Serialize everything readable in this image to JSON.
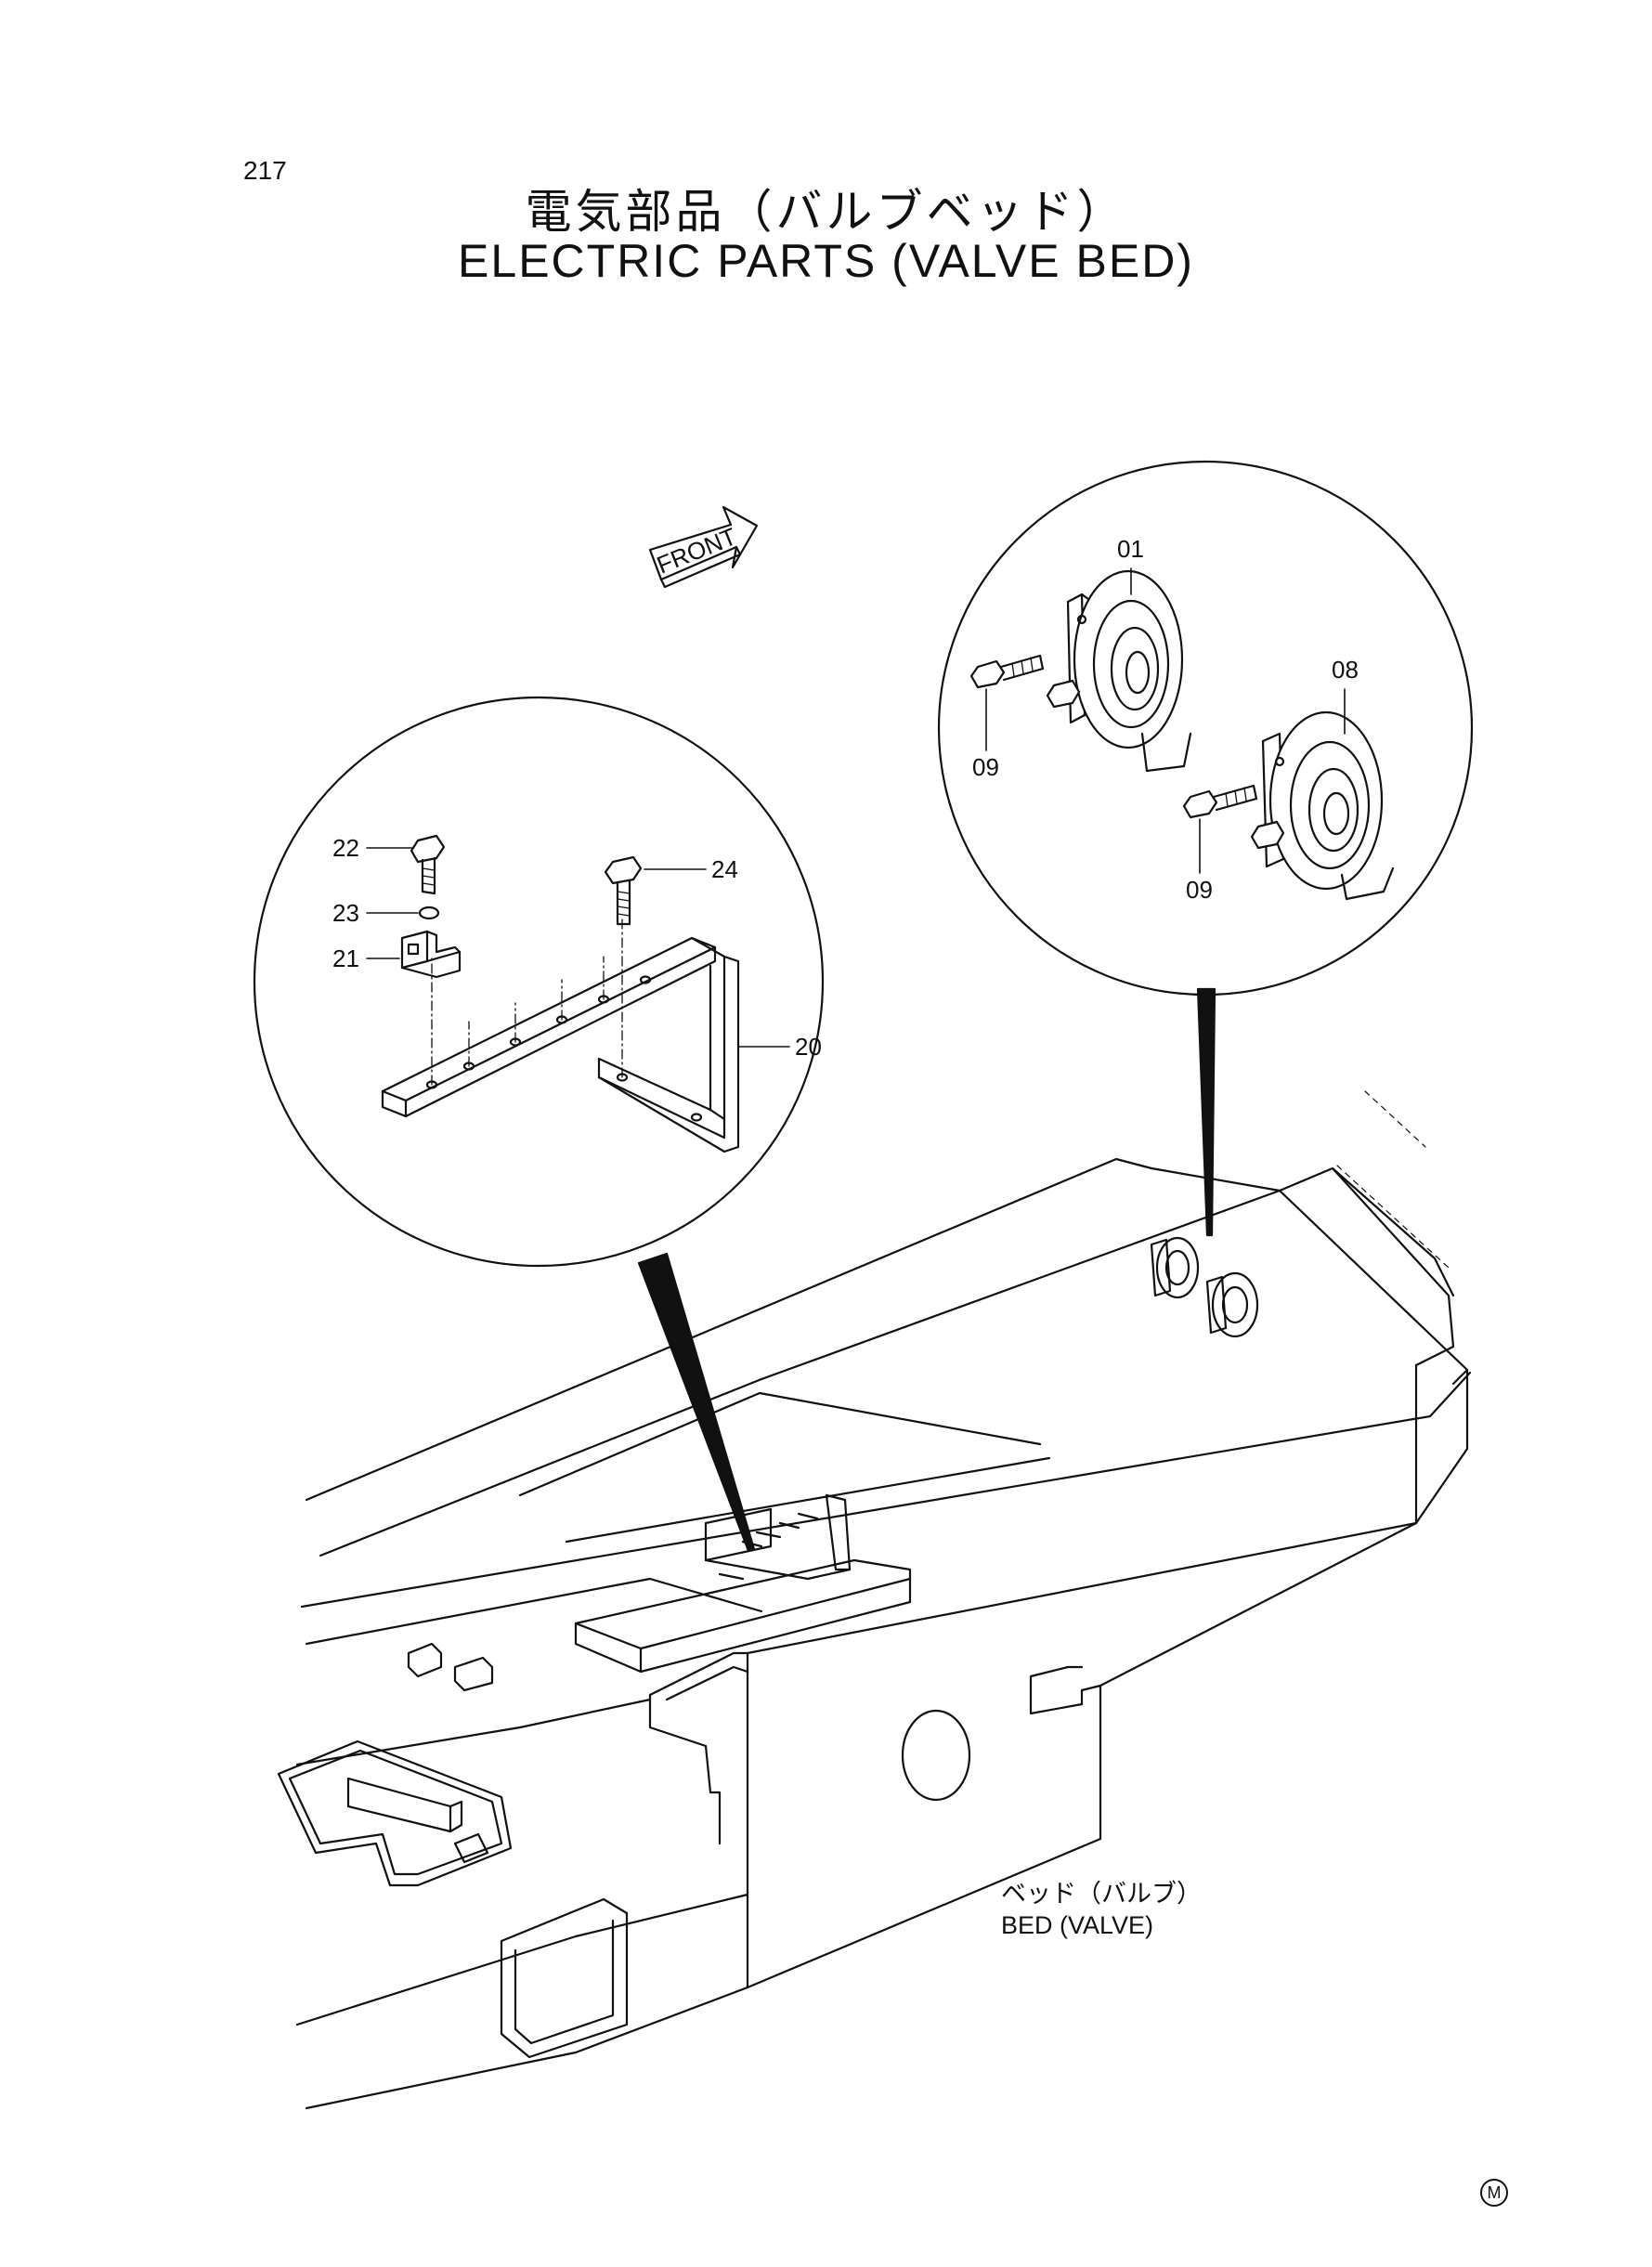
{
  "page": {
    "number": "217",
    "title_jp": "電気部品（バルブベッド）",
    "title_en": "ELECTRIC PARTS (VALVE BED)"
  },
  "front_arrow_label": "FRONT",
  "callouts": {
    "horn_upper": "01",
    "horn_lower": "08",
    "bolt_upper": "09",
    "bolt_lower": "09",
    "bolt_22": "22",
    "washer_23": "23",
    "clamp_21": "21",
    "bolt_24": "24",
    "bracket_20": "20"
  },
  "bed_label": {
    "jp": "ベッド（バルブ）",
    "en": "BED (VALVE)"
  },
  "corner_mark": "M"
}
